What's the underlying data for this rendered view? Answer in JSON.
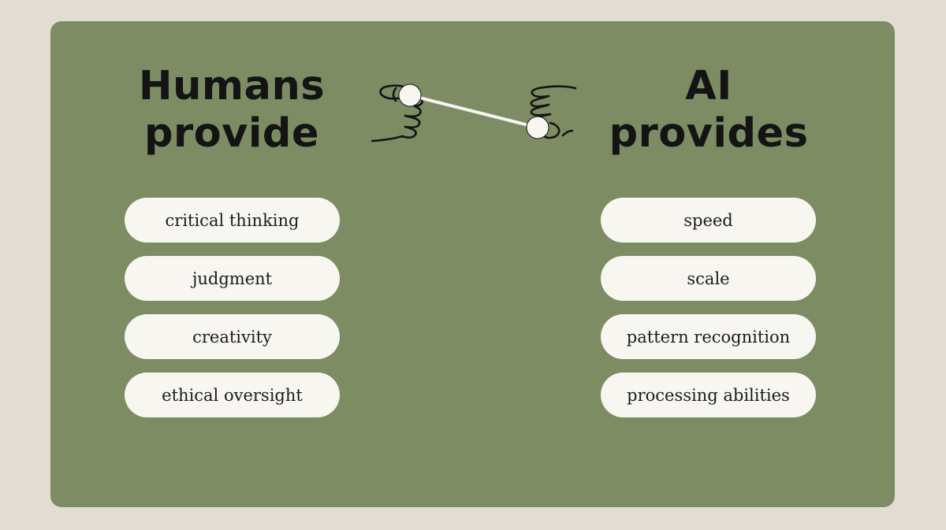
{
  "colors": {
    "page_background": "#e3dcd2",
    "panel_background": "#7d8c63",
    "pill_background": "#f8f6f1",
    "heading_text": "#141414",
    "pill_text": "#1b1b1b"
  },
  "left": {
    "heading_line1": "Humans",
    "heading_line2": "provide",
    "items": [
      "critical thinking",
      "judgment",
      "creativity",
      "ethical oversight"
    ]
  },
  "right": {
    "heading_line1": "AI",
    "heading_line2": "provides",
    "items": [
      "speed",
      "scale",
      "pattern recognition",
      "processing abilities"
    ]
  },
  "illustration": {
    "icon": "hands-connected-icon"
  }
}
